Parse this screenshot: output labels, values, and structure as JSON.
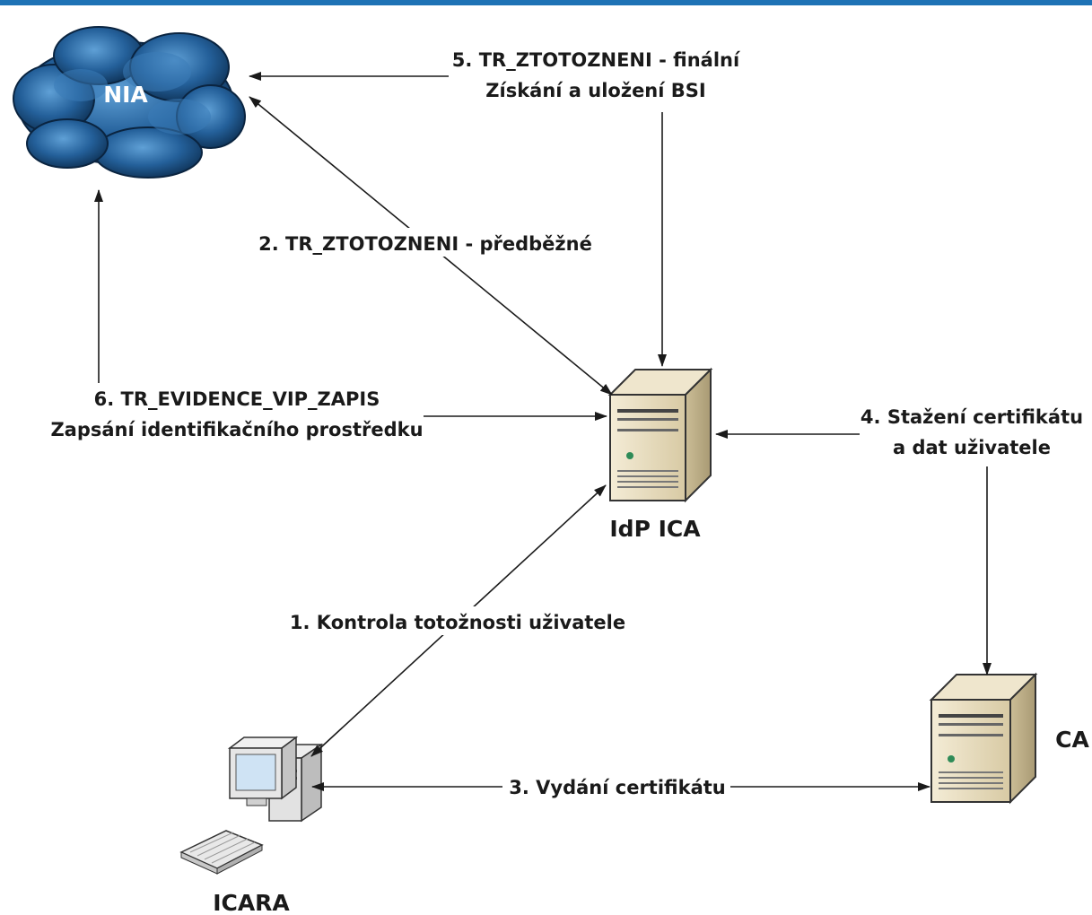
{
  "nodes": {
    "nia": "NIA",
    "idp": "IdP ICA",
    "ca": "CA",
    "icara": "ICARA"
  },
  "edges": {
    "e1": "1. Kontrola totožnosti uživatele",
    "e2": "2. TR_ZTOTOZNENI - předběžné",
    "e3": "3. Vydání certifikátu",
    "e4_line1": "4. Stažení certifikátu",
    "e4_line2": "a dat uživatele",
    "e5_line1": "5. TR_ZTOTOZNENI - finální",
    "e5_line2": "Získání a uložení BSI",
    "e6_line1": "6. TR_EVIDENCE_VIP_ZAPIS",
    "e6_line2": "Zapsání identifikačního prostředku"
  },
  "colors": {
    "accent_bar": "#1e72b5",
    "cloud": "#1d4f7c",
    "server": "#e6dcc2",
    "line": "#1a1a1a"
  }
}
